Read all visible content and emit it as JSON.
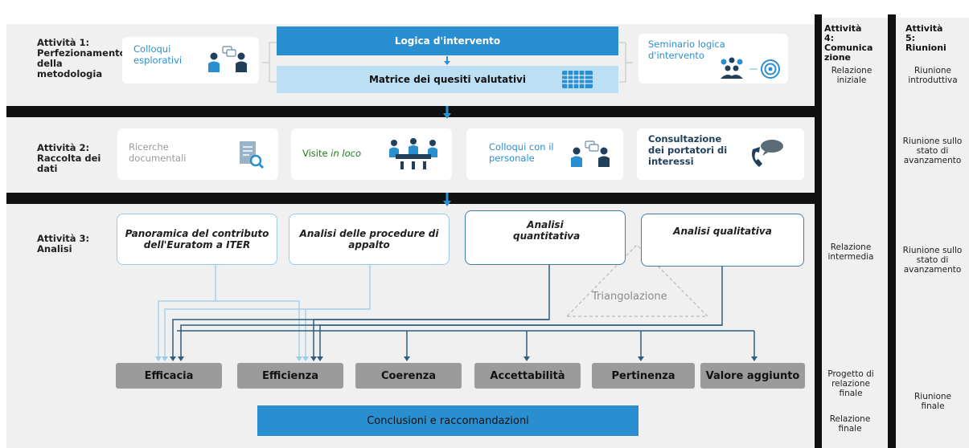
{
  "activity1": {
    "label": "Attività 1: Perfezionamento della metodologia",
    "colloqui": "Colloqui esplorativi",
    "logica": "Logica d'intervento",
    "matrice": "Matrice dei quesiti valutativi",
    "seminario": "Seminario logica d'intervento"
  },
  "activity2": {
    "label": "Attività 2: Raccolta dei dati",
    "ricerche": "Ricerche documentali",
    "visite_prefix": "Visite ",
    "visite_italic": "in loco",
    "colloqui_personale": "Colloqui con il personale",
    "consultazione": "Consultazione dei portatori di interessi"
  },
  "activity3": {
    "label": "Attività 3: Analisi",
    "panoramica": "Panoramica del contributo dell'Euratom a ITER",
    "procedure": "Analisi delle procedure di appalto",
    "quantitativa": "Analisi quantitativa",
    "qualitativa": "Analisi qualitativa",
    "triangolazione": "Triangolazione"
  },
  "criteria": [
    "Efficacia",
    "Efficienza",
    "Coerenza",
    "Accettabilità",
    "Pertinenza",
    "Valore aggiunto"
  ],
  "conclusion": "Conclusioni e raccomandazioni",
  "activity4": {
    "header": "Attività 4: Comunica zione",
    "iniziale": "Relazione iniziale",
    "intermedia": "Relazione intermedia",
    "progetto": "Progetto di relazione finale",
    "finale": "Relazione finale"
  },
  "activity5": {
    "header": "Attività 5: Riunioni",
    "introduttiva": "Riunione introduttiva",
    "stato1": "Riunione sullo stato di avanzamento",
    "stato2": "Riunione sullo stato di avanzamento",
    "finale": "Riunione finale"
  },
  "colors": {
    "accent": "#2a8fd1",
    "light_accent": "#bcdff4",
    "band": "#f0f0f0",
    "pill": "#9b9b9b",
    "border": "#3f7fa8"
  }
}
